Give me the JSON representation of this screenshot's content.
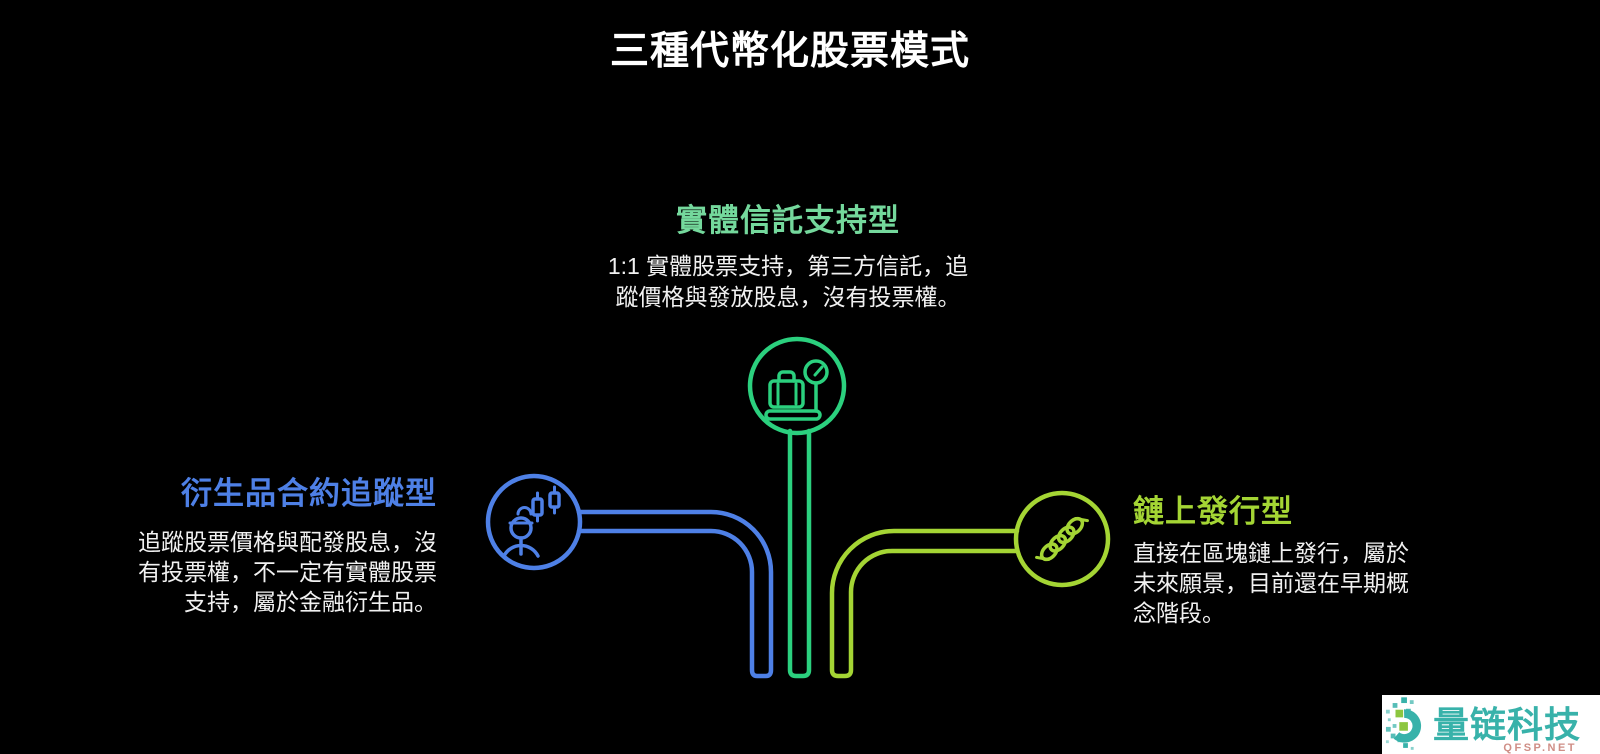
{
  "colors": {
    "bg": "#000000",
    "white": "#ffffff",
    "emerald": "#2bd07e",
    "mint": "#74d89c",
    "blue": "#4e80e6",
    "lime": "#a4d534",
    "body": "#f1f1f1",
    "wm-teal": "#38b2aa",
    "wm-green": "#8cc63f",
    "wm-red": "#cf8e86",
    "wm-bg": "#ffffff"
  },
  "header": {
    "title": "三種代幣化股票模式"
  },
  "nodes": {
    "trust": {
      "title": "實體信託支持型",
      "body": [
        "1:1 實體股票支持，第三方信託，追",
        "蹤價格與發放股息，沒有投票權。"
      ],
      "icon": "luggage-scale-icon"
    },
    "derivative": {
      "title": "衍生品合約追蹤型",
      "body": [
        "追蹤股票價格與配發股息，沒",
        "有投票權，不一定有實體股票",
        "支持，屬於金融衍生品。"
      ],
      "icon": "trader-candlestick-icon"
    },
    "onchain": {
      "title": "鏈上發行型",
      "body": [
        "直接在區塊鏈上發行，屬於",
        "未來願景，目前還在早期概",
        "念階段。"
      ],
      "icon": "chain-links-icon"
    }
  },
  "watermark": {
    "brand": "量链科技",
    "domain": "QFSP.NET"
  }
}
